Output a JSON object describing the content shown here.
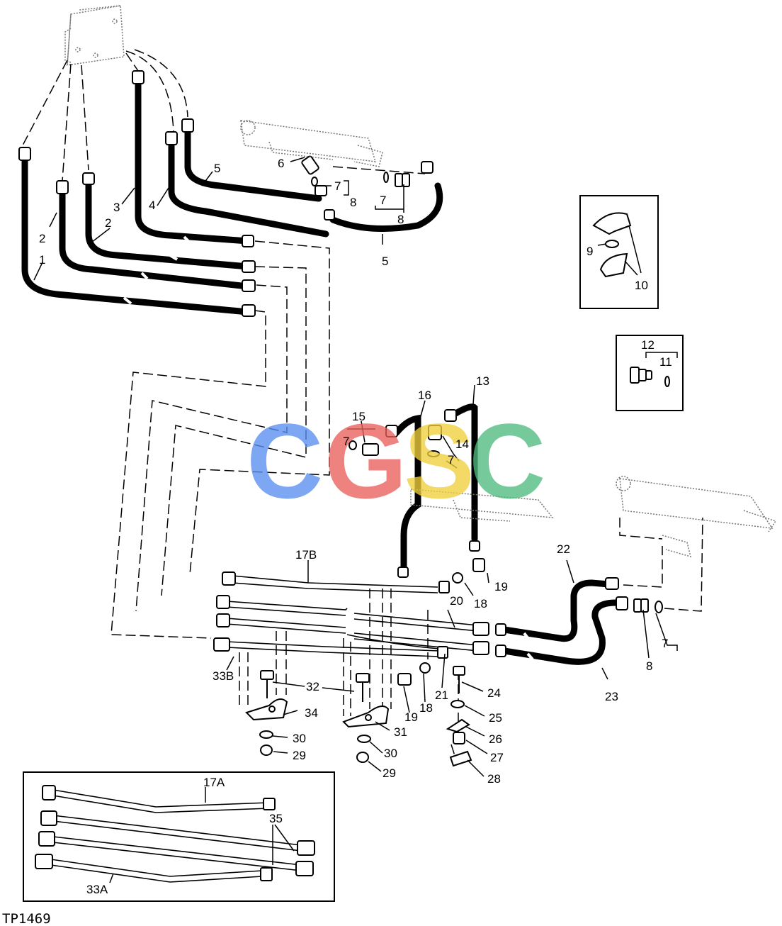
{
  "figure_id": "TP1469",
  "watermark": {
    "letters": [
      {
        "char": "C",
        "color": "#5b8ff0"
      },
      {
        "char": "G",
        "color": "#e8605c"
      },
      {
        "char": "S",
        "color": "#f0cf3c"
      },
      {
        "char": "C",
        "color": "#4fba7e"
      }
    ]
  },
  "callouts": {
    "c1": "1",
    "c2a": "2",
    "c2b": "2",
    "c3": "3",
    "c4": "4",
    "c5a": "5",
    "c5b": "5",
    "c6": "6",
    "c7a": "7",
    "c7b": "7",
    "c8a": "8",
    "c8b": "8",
    "c9": "9",
    "c10": "10",
    "c11": "11",
    "c12": "12",
    "c13": "13",
    "c14": "14",
    "c15": "15",
    "c16": "16",
    "c7c": "7",
    "c7d": "7",
    "c17b": "17B",
    "c18a": "18",
    "c19a": "19",
    "c20": "20",
    "c22": "22",
    "c7e": "7",
    "c8c": "8",
    "c23": "23",
    "c33b": "33B",
    "c32": "32",
    "c34": "34",
    "c30a": "30",
    "c29a": "29",
    "c31": "31",
    "c30b": "30",
    "c29b": "29",
    "c19b": "19",
    "c18b": "18",
    "c21": "21",
    "c24": "24",
    "c25": "25",
    "c26": "26",
    "c27": "27",
    "c28": "28",
    "c17a": "17A",
    "c35": "35",
    "c33a": "33A"
  }
}
